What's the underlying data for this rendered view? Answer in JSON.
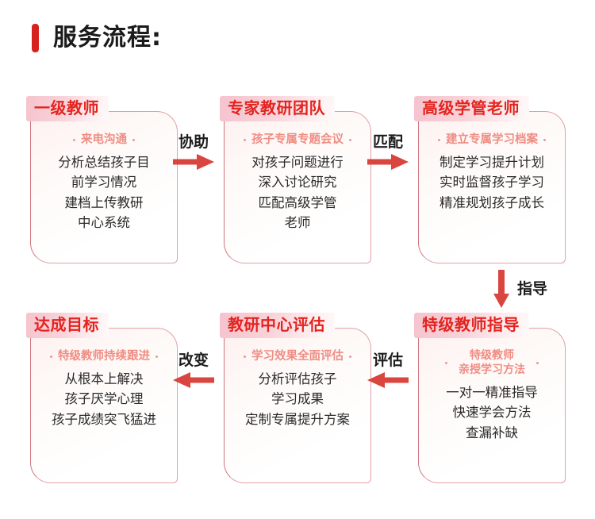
{
  "header": {
    "title": "服务流程:",
    "accent_color": "#d6221f",
    "marker_icon": "red-bar-marker"
  },
  "theme": {
    "title_red": "#e3241f",
    "subtitle_salmon": "#ef8d84",
    "badge_pink": "#f6c3cd",
    "card_border": "#e3a0a6",
    "arrow_red": "#d9453f",
    "body_text": "#2a2a2a"
  },
  "cards": [
    {
      "id": "card-1",
      "badge": "一级教师",
      "subtitle": "来电沟通",
      "subtitle_lines": [
        "来电沟通"
      ],
      "body_lines": [
        "分析总结孩子目",
        "前学习情况",
        "建档上传教研",
        "中心系统"
      ]
    },
    {
      "id": "card-2",
      "badge": "专家教研团队",
      "subtitle": "孩子专属专题会议",
      "subtitle_lines": [
        "孩子专属专题会议"
      ],
      "body_lines": [
        "对孩子问题进行",
        "深入讨论研究",
        "匹配高级学管",
        "老师"
      ]
    },
    {
      "id": "card-3",
      "badge": "高级学管老师",
      "subtitle": "建立专属学习档案",
      "subtitle_lines": [
        "建立专属学习档案"
      ],
      "body_lines": [
        "制定学习提升计划",
        "实时监督孩子学习",
        "精准规划孩子成长"
      ]
    },
    {
      "id": "card-4",
      "badge": "特级教师指导",
      "subtitle": "特级教师 亲授学习方法",
      "subtitle_lines": [
        "特级教师",
        "亲授学习方法"
      ],
      "body_lines": [
        "一对一精准指导",
        "快速学会方法",
        "查漏补缺"
      ]
    },
    {
      "id": "card-5",
      "badge": "教研中心评估",
      "subtitle": "学习效果全面评估",
      "subtitle_lines": [
        "学习效果全面评估"
      ],
      "body_lines": [
        "分析评估孩子",
        "学习成果",
        "定制专属提升方案"
      ]
    },
    {
      "id": "card-6",
      "badge": "达成目标",
      "subtitle": "特级教师持续跟进",
      "subtitle_lines": [
        "特级教师持续跟进"
      ],
      "body_lines": [
        "从根本上解决",
        "孩子厌学心理",
        "孩子成绩突飞猛进"
      ]
    }
  ],
  "arrows": [
    {
      "id": "arrow-1",
      "label": "协助",
      "direction": "right",
      "icon": "arrow-right-icon"
    },
    {
      "id": "arrow-2",
      "label": "匹配",
      "direction": "right",
      "icon": "arrow-right-icon"
    },
    {
      "id": "arrow-3",
      "label": "指导",
      "direction": "down",
      "icon": "arrow-down-icon"
    },
    {
      "id": "arrow-4",
      "label": "评估",
      "direction": "left",
      "icon": "arrow-left-icon"
    },
    {
      "id": "arrow-5",
      "label": "改变",
      "direction": "left",
      "icon": "arrow-left-icon"
    }
  ]
}
